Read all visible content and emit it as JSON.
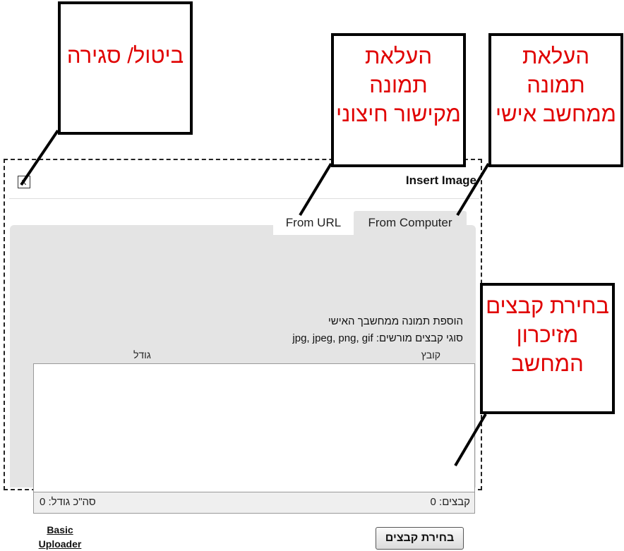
{
  "dialog": {
    "title": "Insert Image",
    "close_label": "x",
    "tabs": [
      {
        "label": "From URL"
      },
      {
        "label": "From Computer"
      }
    ],
    "info_line1": "הוספת תמונה ממחשבך האישי",
    "info_line2": "סוגי קבצים מורשים: jpg, jpeg, png, gif",
    "columns": {
      "file": "קובץ",
      "size": "גודל"
    },
    "footer": {
      "count": "קבצים: 0",
      "total": "סה\"כ גודל: 0"
    },
    "basic_uploader": "Basic Uploader",
    "choose_files": "בחירת קבצים"
  },
  "callouts": {
    "close": "ביטול/ סגירה",
    "from_url": "העלאת תמונה מקישור חיצוני",
    "from_computer": "העלאת תמונה ממחשב אישי",
    "choose_files": "בחירת קבצים מזיכרון המחשב"
  },
  "colors": {
    "callout_text": "#e00000",
    "panel": "#e4e4e4"
  }
}
